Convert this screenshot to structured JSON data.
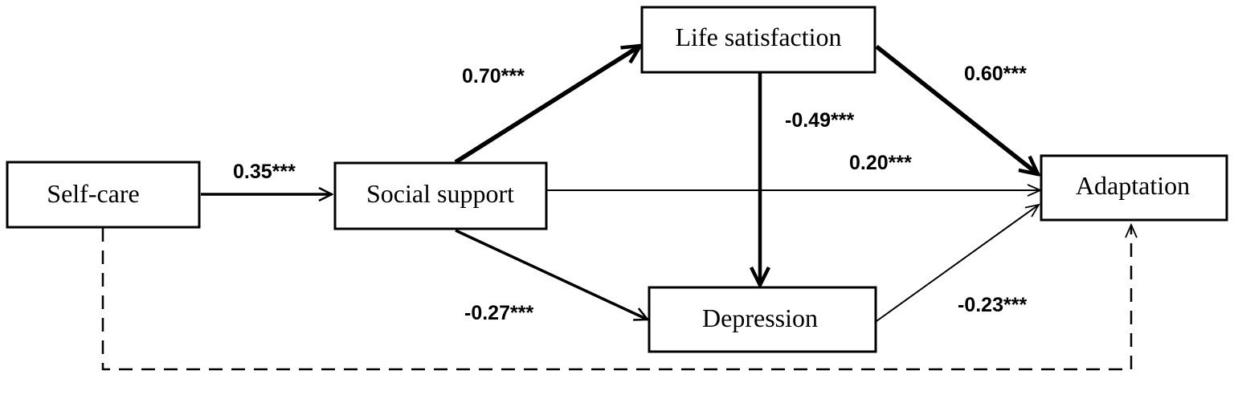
{
  "nodes": {
    "self_care": "Self-care",
    "social_support": "Social support",
    "life_satisfaction": "Life satisfaction",
    "depression": "Depression",
    "adaptation": "Adaptation"
  },
  "paths": [
    {
      "from": "Self-care",
      "to": "Social support",
      "coefficient": "0.35***",
      "line": "solid"
    },
    {
      "from": "Social support",
      "to": "Life satisfaction",
      "coefficient": "0.70***",
      "line": "solid"
    },
    {
      "from": "Social support",
      "to": "Adaptation",
      "coefficient": "0.20***",
      "line": "solid"
    },
    {
      "from": "Social support",
      "to": "Depression",
      "coefficient": "-0.27***",
      "line": "solid"
    },
    {
      "from": "Life satisfaction",
      "to": "Adaptation",
      "coefficient": "0.60***",
      "line": "solid"
    },
    {
      "from": "Life satisfaction",
      "to": "Depression",
      "coefficient": "-0.49***",
      "line": "solid"
    },
    {
      "from": "Depression",
      "to": "Adaptation",
      "coefficient": "-0.23***",
      "line": "solid"
    },
    {
      "from": "Self-care",
      "to": "Adaptation",
      "coefficient": "",
      "line": "dashed"
    }
  ],
  "colors": {
    "stroke": "#000000",
    "background": "#ffffff"
  }
}
